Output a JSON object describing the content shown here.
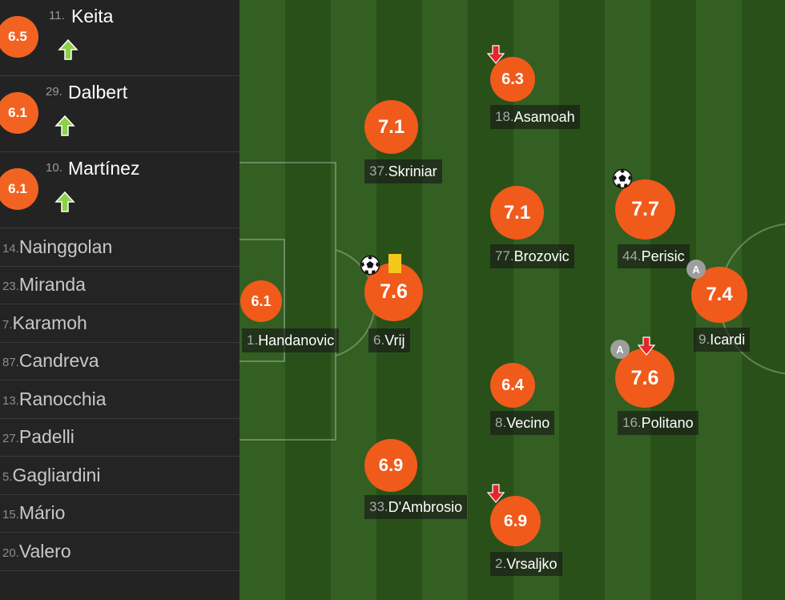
{
  "colors": {
    "rating": "#f05a1b",
    "sidebar": "#232323",
    "pitch_light": "#335f22",
    "pitch_dark": "#2a5019",
    "sub_in_arrow": "#8ed04a",
    "sub_out_arrow": "#e2262b",
    "yellow_card": "#f4c81b"
  },
  "subs_in": [
    {
      "rating": "6.5",
      "number": "11.",
      "name": "Keita",
      "icon": "sub-in-arrow-icon"
    },
    {
      "rating": "6.1",
      "number": "29.",
      "name": "Dalbert",
      "icon": "sub-in-arrow-icon"
    },
    {
      "rating": "6.1",
      "number": "10.",
      "name": "Martínez",
      "icon": "sub-in-arrow-icon"
    }
  ],
  "bench": [
    {
      "number": "14.",
      "name": "Nainggolan"
    },
    {
      "number": "23.",
      "name": "Miranda"
    },
    {
      "number": "7. ",
      "name": "Karamoh"
    },
    {
      "number": "87.",
      "name": "Candreva"
    },
    {
      "number": "13.",
      "name": "Ranocchia"
    },
    {
      "number": "27.",
      "name": "Padelli"
    },
    {
      "number": "5. ",
      "name": "Gagliardini"
    },
    {
      "number": "15.",
      "name": "Mário"
    },
    {
      "number": "20.",
      "name": "Valero"
    }
  ],
  "players": {
    "handanovic": {
      "rating": "6.1",
      "number": "1. ",
      "name": "Handanovic"
    },
    "skriniar": {
      "rating": "7.1",
      "number": "37.",
      "name": "Skriniar"
    },
    "vrij": {
      "rating": "7.6",
      "number": "6. ",
      "name": "Vrij",
      "events": [
        "goal-ball-icon",
        "yellow-card-icon"
      ]
    },
    "dambrosio": {
      "rating": "6.9",
      "number": "33.",
      "name": "D'Ambrosio"
    },
    "asamoah": {
      "rating": "6.3",
      "number": "18.",
      "name": "Asamoah",
      "events": [
        "sub-out-arrow-icon"
      ]
    },
    "brozovic": {
      "rating": "7.1",
      "number": "77.",
      "name": "Brozovic"
    },
    "vecino": {
      "rating": "6.4",
      "number": "8. ",
      "name": "Vecino"
    },
    "vrsaljko": {
      "rating": "6.9",
      "number": "2. ",
      "name": "Vrsaljko",
      "events": [
        "sub-out-arrow-icon"
      ]
    },
    "perisic": {
      "rating": "7.7",
      "number": "44.",
      "name": "Perisic",
      "events": [
        "goal-ball-icon",
        "captain-badge-icon"
      ]
    },
    "politano": {
      "rating": "7.6",
      "number": "16.",
      "name": "Politano",
      "events": [
        "captain-badge-icon",
        "sub-out-arrow-icon"
      ]
    },
    "icardi": {
      "rating": "7.4",
      "number": "9. ",
      "name": "Icardi"
    }
  },
  "captain_mark": "A"
}
